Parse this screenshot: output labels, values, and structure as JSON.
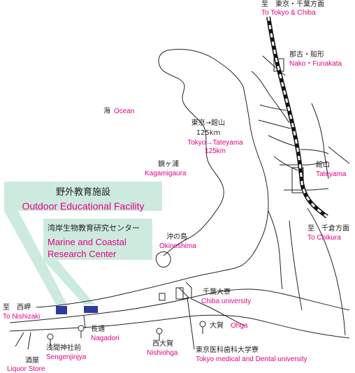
{
  "colors": {
    "english": "#e5007f",
    "japanese": "#222222",
    "callout_fill": "#cdeadf",
    "marker": "#2e3a9c",
    "line": "#222222",
    "railway": "#111111"
  },
  "icons": {
    "railway": "railway-track-icon",
    "site_marker": "facility-square-icon",
    "bus_stop": "bus-stop-icon"
  },
  "labels": {
    "tokyo_chiba": {
      "jp": "至　東京・千葉方面",
      "en": "To Tokyo & Chiba"
    },
    "nako": {
      "jp": "那古・船形",
      "en": "Nako・Funakata"
    },
    "ocean": {
      "jp": "海",
      "en": "Ocean"
    },
    "route": {
      "jp": "東京→館山",
      "km": "125km",
      "en": "Tokyo→Tateyama",
      "en_km": "125km"
    },
    "kagamigaura": {
      "jp": "鏡ヶ浦",
      "en": "Kagamigaura"
    },
    "tateyama": {
      "jp": "館山",
      "en": "Tateyama"
    },
    "chikura": {
      "jp": "至　千倉方面",
      "en": "To Chikura"
    },
    "okinoshima": {
      "jp": "沖の島",
      "en": "Okinoshima"
    },
    "chiba_univ": {
      "jp": "千葉大寮",
      "en": "Chiba university"
    },
    "nishizaki": {
      "jp": "至　西岬",
      "en": "To Nishizaki"
    },
    "nagadori": {
      "jp": "長通",
      "en": "Nagadori"
    },
    "ohga": {
      "jp": "大賀",
      "en": "Ohga"
    },
    "sengenjinjya": {
      "jp": "浅間神社前",
      "en": "Sengenjinjya"
    },
    "nishiohga": {
      "jp": "西大賀",
      "en": "Nishiohga"
    },
    "tmd_univ": {
      "jp": "東京医科歯科大学寮",
      "en": "Tokyo medical and Dental university"
    },
    "liquor": {
      "jp": "酒屋",
      "en": "Liquor Store"
    }
  },
  "callouts": {
    "outdoor": {
      "jp": "野外教育施設",
      "en": "Outdoor Educational Facility"
    },
    "marine": {
      "jp": "湾岸生物教育研究センター",
      "en1": "Marine and Coastal",
      "en2": "Research Center"
    }
  }
}
